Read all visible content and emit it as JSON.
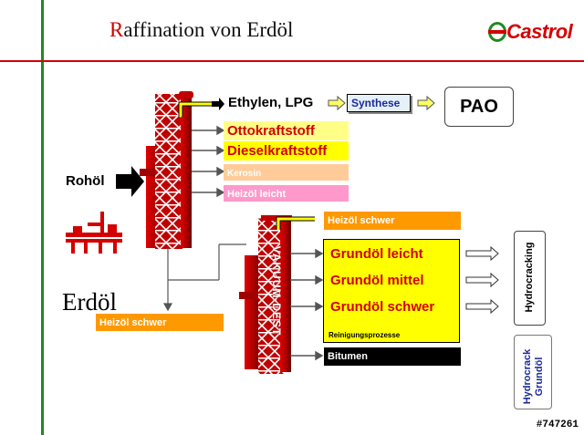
{
  "title": "Raffination von Erdöl",
  "logo_text": "Castrol",
  "colors": {
    "accent_red": "#d40000",
    "accent_green": "#1f8a1f",
    "yellow": "#ffff00",
    "light_yellow": "#ffff88",
    "orange": "#ff9900",
    "peach": "#ffcc99",
    "pink": "#ff99cc",
    "black": "#000000"
  },
  "labels": {
    "input_crude": "Rohöl",
    "erdoel": "Erdöl",
    "ethylen_lpg": "Ethylen, LPG",
    "synthese": "Synthese",
    "pao": "PAO",
    "ottokraftstoff": "Ottokraftstoff",
    "dieselkraftstoff": "Dieselkraftstoff",
    "kerosin": "Kerosin",
    "heizoel_leicht": "Heizöl leicht",
    "heizoel_schwer_top": "Heizöl schwer",
    "heizoel_schwer_left": "Heizöl schwer",
    "grundoel_leicht": "Grundöl leicht",
    "grundoel_mittel": "Grundöl mittel",
    "grundoel_schwer": "Grundöl schwer",
    "reinigungsprozesse": "Reinigungsprozesse",
    "bitumen": "Bitumen",
    "hydrocracking": "Hydrocracking",
    "hydrocrack_line1": "Hydrocrack",
    "hydrocrack_line2": "Grundöl",
    "vakuum_dest": "VAKUUM-DEST",
    "image_id": "#747261"
  }
}
